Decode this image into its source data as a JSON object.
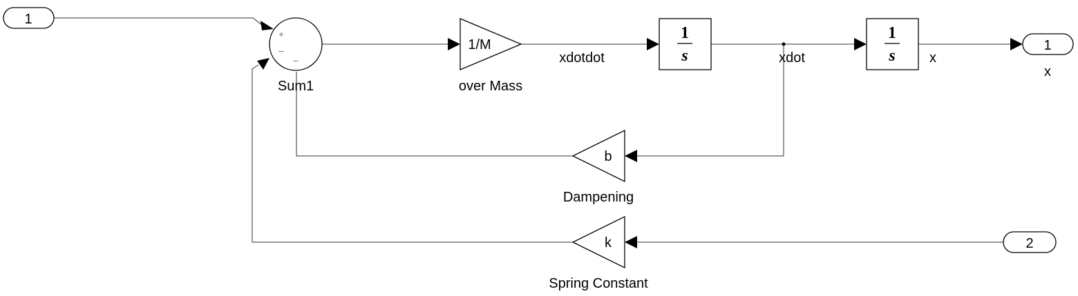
{
  "inports": [
    {
      "number": "1"
    },
    {
      "number": "2"
    }
  ],
  "outports": [
    {
      "number": "1",
      "label": "x"
    }
  ],
  "sum": {
    "label": "Sum1",
    "signs": [
      "+",
      "–",
      "–"
    ]
  },
  "gain_mass": {
    "value": "1/M",
    "label": "over Mass"
  },
  "gain_damp": {
    "value": "b",
    "label": "Dampening"
  },
  "gain_spring": {
    "value": "k",
    "label": "Spring Constant"
  },
  "integrator1": {
    "numerator": "1",
    "denominator": "s"
  },
  "integrator2": {
    "numerator": "1",
    "denominator": "s"
  },
  "signals": {
    "accel": "xdotdot",
    "velocity": "xdot",
    "position": "x"
  }
}
